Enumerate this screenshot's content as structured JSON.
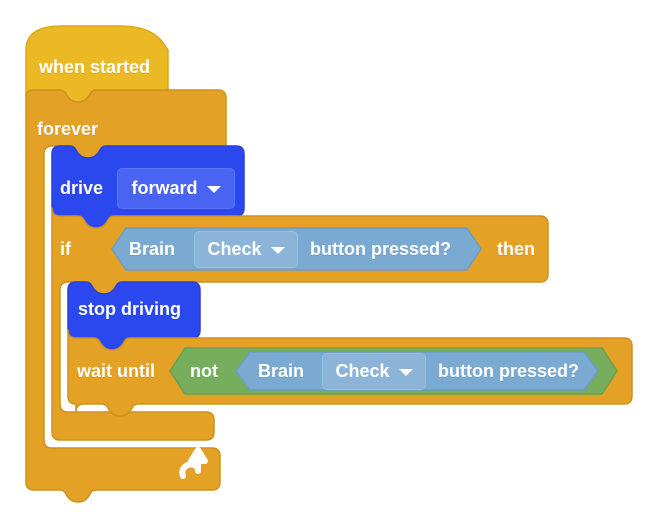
{
  "workspace": {
    "title": "Block program canvas",
    "background": "#ffffff"
  },
  "colors": {
    "event_hat": "#EBB923",
    "event_hat_stroke": "#D9A81C",
    "control": "#E3A125",
    "control_stroke": "#CE9120",
    "motion": "#2B48EE",
    "motion_stroke": "#2A3FD6",
    "motion_field": "#4964F2",
    "sensing": "#7AA9D2",
    "sensing_stroke": "#6E9CC4",
    "sensing_field": "#8CB4D8",
    "operator": "#76AE5E",
    "operator_stroke": "#6AA052",
    "text": "#FFFFFF"
  },
  "blocks": {
    "when_started": {
      "label": "when started",
      "type": "event-hat"
    },
    "forever": {
      "label": "forever",
      "type": "control-c",
      "loop_icon": "loop-arrow-icon"
    },
    "drive": {
      "label": "drive",
      "type": "motion",
      "dropdown": {
        "value": "forward",
        "icon": "chevron-down-icon"
      }
    },
    "if_then": {
      "label_if": "if",
      "label_then": "then",
      "type": "control-c",
      "condition": {
        "type": "sensing-boolean",
        "prefix": "Brain",
        "dropdown": {
          "value": "Check",
          "icon": "chevron-down-icon"
        },
        "suffix": "button pressed?"
      }
    },
    "stop_driving": {
      "label": "stop driving",
      "type": "motion"
    },
    "wait_until": {
      "label": "wait until",
      "type": "control",
      "operator": {
        "type": "operator-not",
        "label": "not",
        "condition": {
          "type": "sensing-boolean",
          "prefix": "Brain",
          "dropdown": {
            "value": "Check",
            "icon": "chevron-down-icon"
          },
          "suffix": "button pressed?"
        }
      }
    }
  }
}
